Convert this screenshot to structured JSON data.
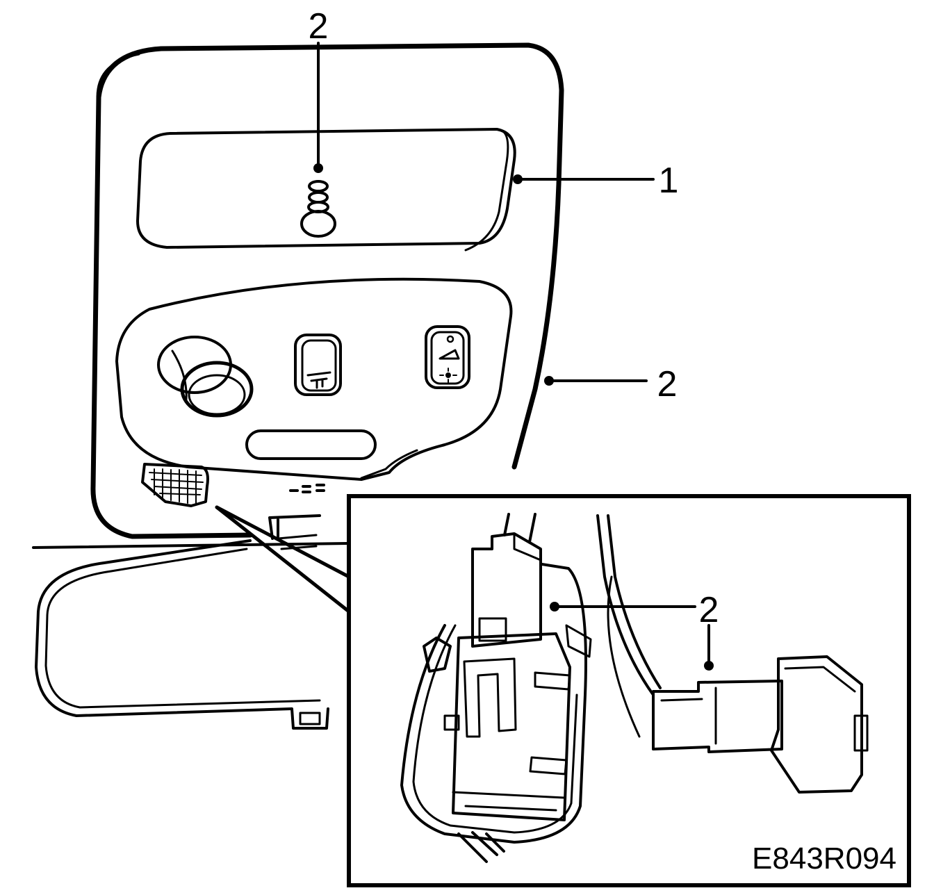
{
  "figure": {
    "id_code": "E843R094",
    "callouts": {
      "top": "2",
      "console": "1",
      "side": "2",
      "inset_connector": "2"
    }
  },
  "colors": {
    "ink": "#000000",
    "paper": "#ffffff"
  }
}
